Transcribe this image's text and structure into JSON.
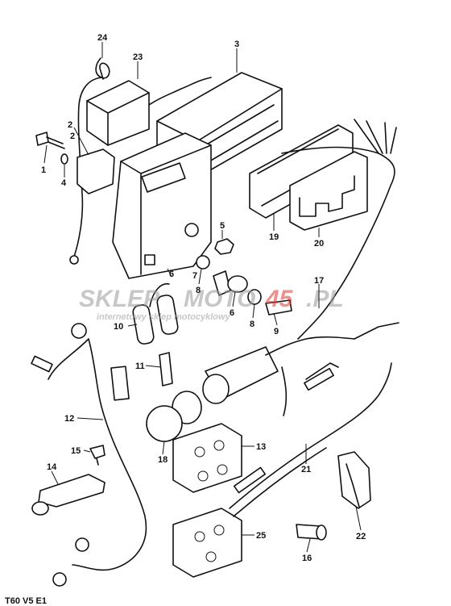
{
  "diagram_code": "T60 V5 E1",
  "watermark": {
    "brand_left": "SKLEP",
    "brand_mid": "MOTO",
    "brand_num": "45",
    "brand_tld": ".PL",
    "tagline": "internetowy sklep motocyklowy"
  },
  "callouts": [
    "1",
    "2",
    "2",
    "3",
    "4",
    "5",
    "6",
    "6",
    "7",
    "8",
    "8",
    "9",
    "10",
    "11",
    "12",
    "13",
    "14",
    "15",
    "16",
    "17",
    "18",
    "19",
    "20",
    "21",
    "22",
    "23",
    "24",
    "25"
  ],
  "colors": {
    "ink": "#111111",
    "watermark_red": "#e3342f",
    "watermark_grey": "#9a9a9a"
  }
}
